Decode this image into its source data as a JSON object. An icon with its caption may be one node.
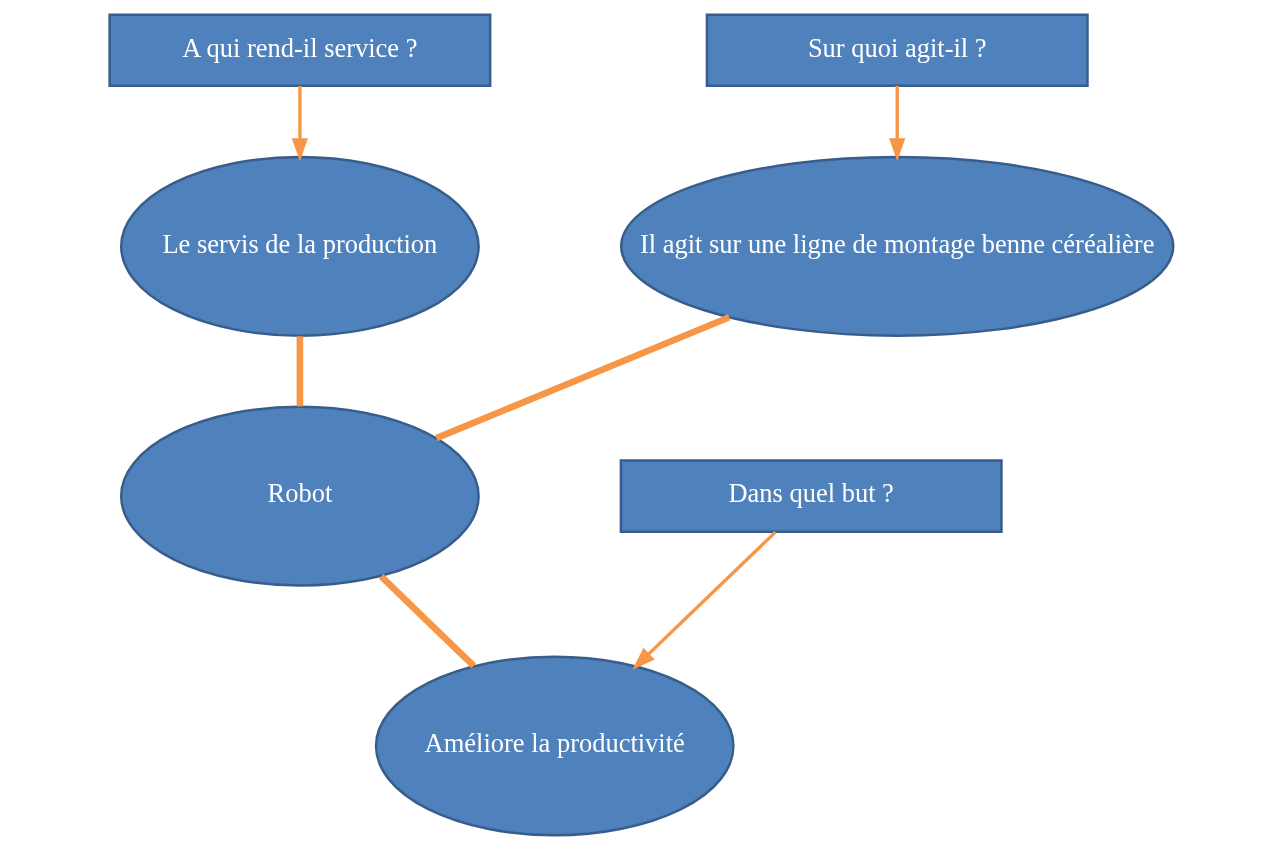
{
  "diagram": {
    "nodes": [
      {
        "text": [
          "A qui rend-il service ?"
        ]
      },
      {
        "text": [
          "Le servis de la production"
        ]
      },
      {
        "text": [
          "Sur quoi agit-il ?"
        ]
      },
      {
        "text": [
          "Il agit sur une ligne de montage benne céréalière"
        ]
      },
      {
        "text": [
          "Robot"
        ]
      },
      {
        "text": [
          "Dans quel but ?"
        ]
      },
      {
        "text": [
          "Améliore la productivité"
        ]
      }
    ],
    "edges": [
      {
        "from": 0,
        "to": 1,
        "arrow": "to"
      },
      {
        "from": 2,
        "to": 3,
        "arrow": "to"
      },
      {
        "from": 1,
        "to": 4,
        "arrow": "none",
        "style": "thick"
      },
      {
        "from": 4,
        "to": 3,
        "arrow": "none",
        "style": "thick"
      },
      {
        "from": 4,
        "to": 6,
        "arrow": "none",
        "style": "thick"
      },
      {
        "from": 5,
        "to": 6,
        "arrow": "to"
      }
    ]
  }
}
